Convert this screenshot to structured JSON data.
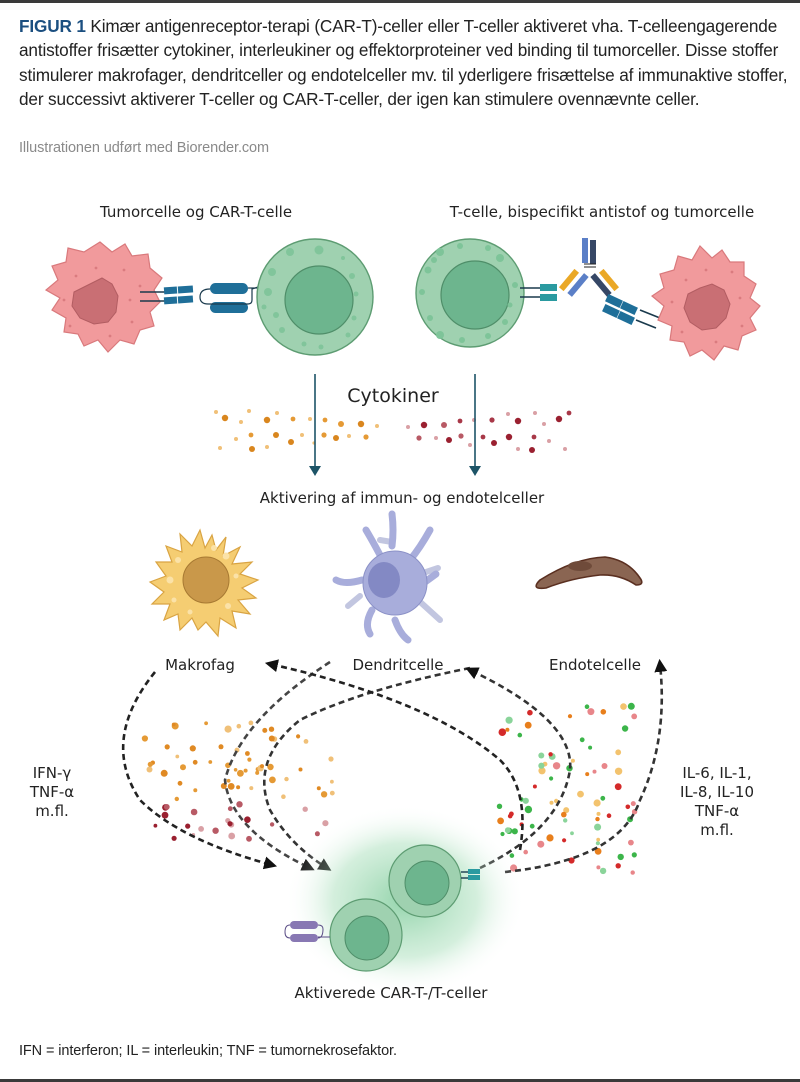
{
  "caption": {
    "figure_label": "FIGUR 1",
    "text": " Kimær antigenreceptor-terapi (CAR-T)-celler eller T-celler aktiveret vha. T-celleengagerende antistoffer frisætter cytokiner, interleukiner og effektorproteiner ved binding til tumorceller. Disse stoffer stimulerer makrofager, dendritceller og endotelceller mv. til yderligere frisættelse af immunaktive stoffer, der successivt aktiverer T-celler og CAR-T-celler, der igen kan stimulere ovennævnte celler.",
    "credit": "Illustrationen udført med Biorender.com"
  },
  "diagram": {
    "panel_left_title": "Tumorcelle og CAR-T-celle",
    "panel_right_title": "T-celle, bispecifikt antistof og tumorcelle",
    "cytokines_label": "Cytokiner",
    "activation_label": "Aktivering af immun- og endotelceller",
    "cells": {
      "macrophage": "Makrofag",
      "dendritic": "Dendritcelle",
      "endothelial": "Endotelcelle",
      "activated": "Aktiverede CAR-T-/T-celler"
    },
    "left_cytokines": [
      "IFN-γ",
      "TNF-α",
      "m.fl."
    ],
    "right_cytokines": [
      "IL-6, IL-1,",
      "IL-8, IL-10",
      "TNF-α",
      "m.fl."
    ],
    "colors": {
      "tumor": "#f19a9c",
      "tumor_nucleus": "#c96f74",
      "tcell": "#9fd1b0",
      "tcell_nucleus": "#6db58e",
      "receptor": "#1f6f99",
      "macrophage": "#f5cd72",
      "macrophage_nucleus": "#c9984a",
      "dendritic": "#a8addb",
      "dendritic_nucleus": "#8389c4",
      "endothelial": "#8a6552",
      "arrow_dark": "#1a1a1a",
      "fig_label": "#1b4f80"
    }
  },
  "footnote": "IFN = interferon; IL = interleukin; TNF = tumornekrosefaktor."
}
